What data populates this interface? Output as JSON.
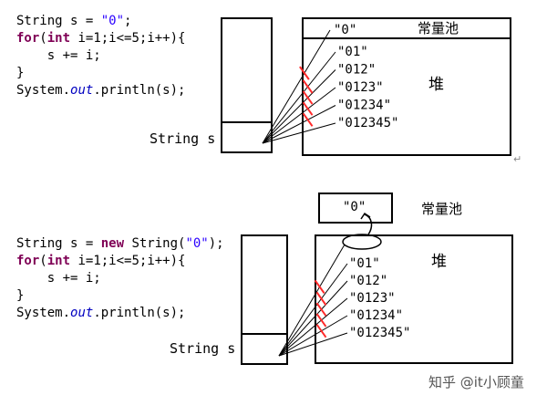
{
  "top": {
    "code": [
      [
        {
          "t": "String s = ",
          "c": ""
        },
        {
          "t": "\"0\"",
          "c": "str"
        },
        {
          "t": ";",
          "c": ""
        }
      ],
      [
        {
          "t": "for",
          "c": "kw"
        },
        {
          "t": "(",
          "c": ""
        },
        {
          "t": "int",
          "c": "kw"
        },
        {
          "t": " i=1;i<=5;i++){",
          "c": ""
        }
      ],
      [
        {
          "t": "    s += i;",
          "c": ""
        }
      ],
      [
        {
          "t": "}",
          "c": ""
        }
      ],
      [
        {
          "t": "System.",
          "c": ""
        },
        {
          "t": "out",
          "c": "fld"
        },
        {
          "t": ".println(s);",
          "c": ""
        }
      ]
    ],
    "var_label": "String s",
    "pool_label": "常量池",
    "heap_label": "堆",
    "pool_string": "\"0\"",
    "heap_strings": [
      "\"01\"",
      "\"012\"",
      "\"0123\"",
      "\"01234\"",
      "\"012345\""
    ],
    "return_mark": "↵"
  },
  "bottom": {
    "code": [
      [
        {
          "t": "String s = ",
          "c": ""
        },
        {
          "t": "new",
          "c": "kw"
        },
        {
          "t": " String(",
          "c": ""
        },
        {
          "t": "\"0\"",
          "c": "str"
        },
        {
          "t": ");",
          "c": ""
        }
      ],
      [
        {
          "t": "for",
          "c": "kw"
        },
        {
          "t": "(",
          "c": ""
        },
        {
          "t": "int",
          "c": "kw"
        },
        {
          "t": " i=1;i<=5;i++){",
          "c": ""
        }
      ],
      [
        {
          "t": "    s += i;",
          "c": ""
        }
      ],
      [
        {
          "t": "}",
          "c": ""
        }
      ],
      [
        {
          "t": "System.",
          "c": ""
        },
        {
          "t": "out",
          "c": "fld"
        },
        {
          "t": ".println(s);",
          "c": ""
        }
      ]
    ],
    "var_label": "String s",
    "pool_label": "常量池",
    "heap_label": "堆",
    "pool_string": "\"0\"",
    "heap_strings": [
      "\"01\"",
      "\"012\"",
      "\"0123\"",
      "\"01234\"",
      "\"012345\""
    ]
  },
  "watermark": "知乎 @it小顾童",
  "colors": {
    "cross_mark": "#ff2a2a",
    "line": "#000000"
  }
}
